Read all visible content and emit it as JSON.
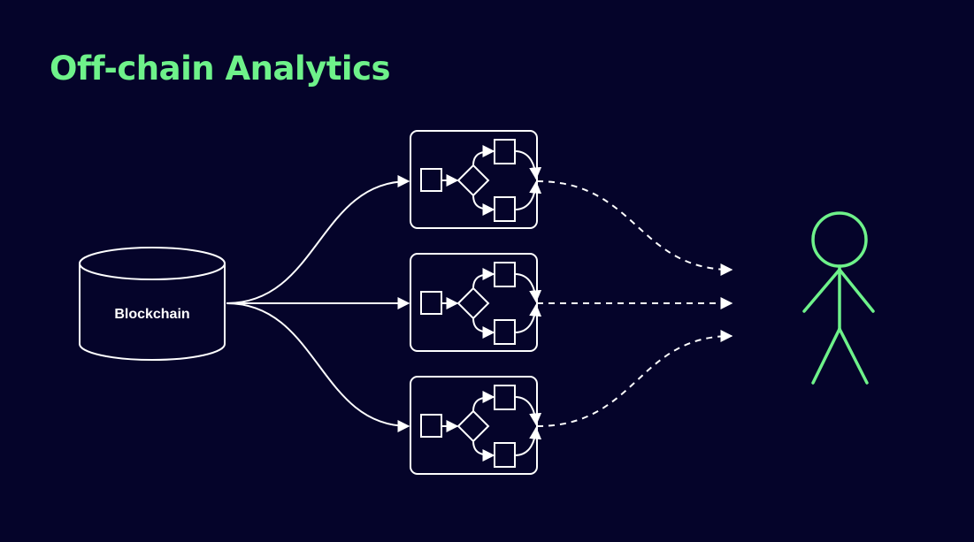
{
  "title": "Off-chain Analytics",
  "source": {
    "label": "Blockchain"
  },
  "pipelines": [
    {
      "id": "top"
    },
    {
      "id": "middle"
    },
    {
      "id": "bottom"
    }
  ],
  "consumer": {
    "icon": "person-icon"
  },
  "colors": {
    "background": "#05042a",
    "accent": "#6ef28a",
    "line": "#ffffff"
  }
}
